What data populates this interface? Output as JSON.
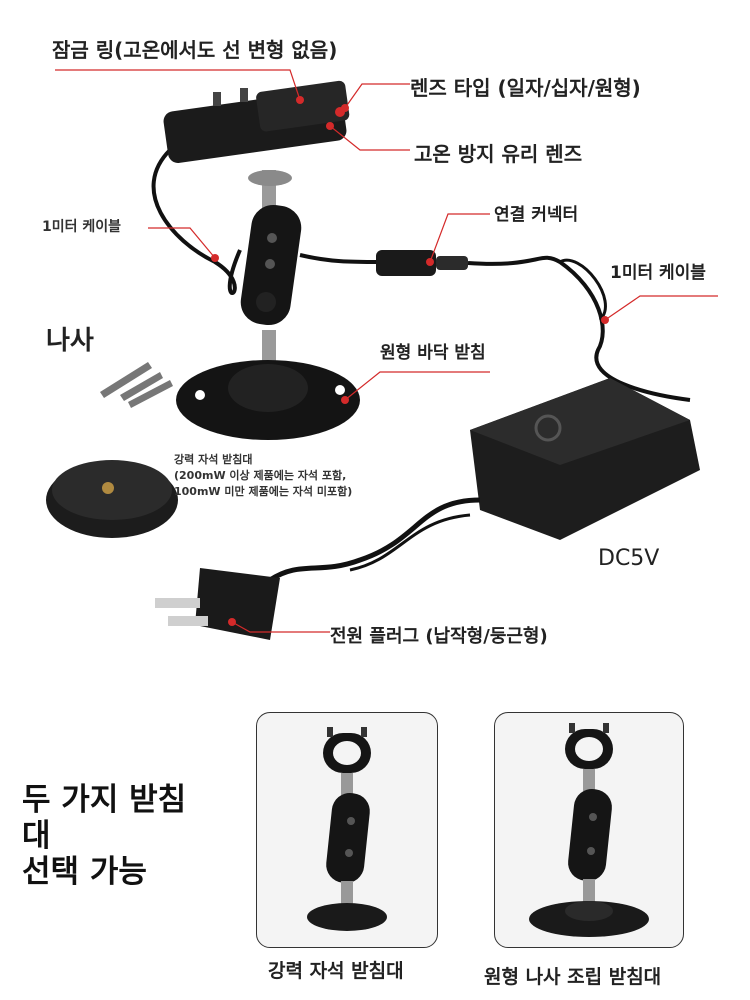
{
  "labels": {
    "lock_ring": "잠금 링(고온에서도 선 변형 없음)",
    "lens_type": "렌즈 타입 (일자/십자/원형)",
    "glass_lens": "고온 방지 유리 렌즈",
    "cable_left": "1미터 케이블",
    "connector": "연결 커넥터",
    "cable_right": "1미터 케이블",
    "screws": "나사",
    "round_base": "원형 바닥 받침",
    "magnet_note": [
      "강력 자석 받침대",
      "(200mW 이상 제품에는 자석 포함,",
      "100mW 미만 제품에는 자석 미포함)"
    ],
    "voltage": "DC5V",
    "power_plug": "전원 플러그 (납작형/둥근형)"
  },
  "headline": [
    "두 가지 받침",
    "대",
    "선택 가능"
  ],
  "options": [
    {
      "caption": "강력 자석 받침대"
    },
    {
      "caption": "원형 나사 조립 받침대"
    }
  ],
  "colors": {
    "accent": "#d42a2a",
    "device": "#1c1c1c"
  }
}
